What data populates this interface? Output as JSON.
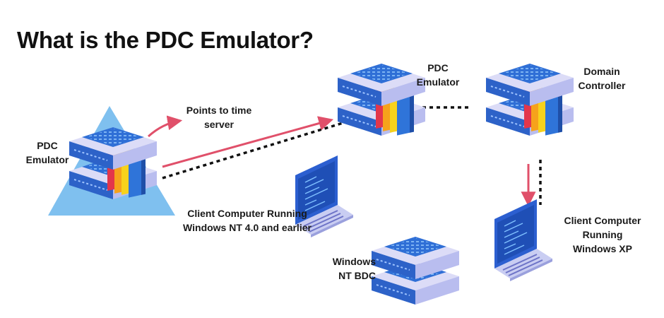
{
  "title": "What is the PDC Emulator?",
  "labels": {
    "pdc_left": [
      "PDC",
      "Emulator"
    ],
    "points_to_time": [
      "Points to time",
      "server"
    ],
    "pdc_center": [
      "PDC",
      "Emulator"
    ],
    "domain_controller": [
      "Domain",
      "Controller"
    ],
    "client_nt4": [
      "Client Computer Running",
      "Windows NT 4.0 and earlier"
    ],
    "client_xp": [
      "Client Computer",
      "Running",
      "Windows XP"
    ],
    "nt_bdc": [
      "Windows",
      "NT BDC"
    ]
  },
  "nodes": [
    {
      "id": "pdc-emulator-left",
      "kind": "server",
      "folders": true,
      "triangle": true
    },
    {
      "id": "pdc-emulator-center",
      "kind": "server",
      "folders": true
    },
    {
      "id": "domain-controller",
      "kind": "server",
      "folders": true
    },
    {
      "id": "windows-nt-bdc",
      "kind": "server",
      "folders": false
    },
    {
      "id": "client-nt4-laptop",
      "kind": "laptop"
    },
    {
      "id": "client-xp-laptop",
      "kind": "laptop"
    }
  ],
  "connections": [
    {
      "from": "pdc-emulator-left",
      "to": "time-server",
      "style": "arrow",
      "color": "#e0506a"
    },
    {
      "from": "pdc-emulator-left",
      "to": "pdc-emulator-center",
      "style": "arrow",
      "color": "#e0506a"
    },
    {
      "from": "pdc-emulator-left",
      "to": "pdc-emulator-center",
      "style": "dotted",
      "color": "#111111"
    },
    {
      "from": "pdc-emulator-center",
      "to": "domain-controller",
      "style": "dotted",
      "color": "#111111"
    },
    {
      "from": "domain-controller",
      "to": "client-xp-laptop",
      "style": "arrow",
      "color": "#e0506a"
    },
    {
      "from": "domain-controller",
      "to": "client-xp-laptop",
      "style": "dotted",
      "color": "#111111"
    }
  ],
  "colors": {
    "server_top": "#dcdcf7",
    "server_grid": "#2f6fd6",
    "server_front": "#2d62c8",
    "server_side": "#b9bdef",
    "folder_red": "#e3364b",
    "folder_orange": "#f6a21b",
    "folder_yellow": "#f7d21c",
    "folder_blue": "#2f74d9",
    "triangle": "#7fc0ef",
    "laptop_screen": "#2c5fd0",
    "laptop_body": "#c9cdf2",
    "arrow": "#e0506a",
    "dots": "#111111"
  }
}
